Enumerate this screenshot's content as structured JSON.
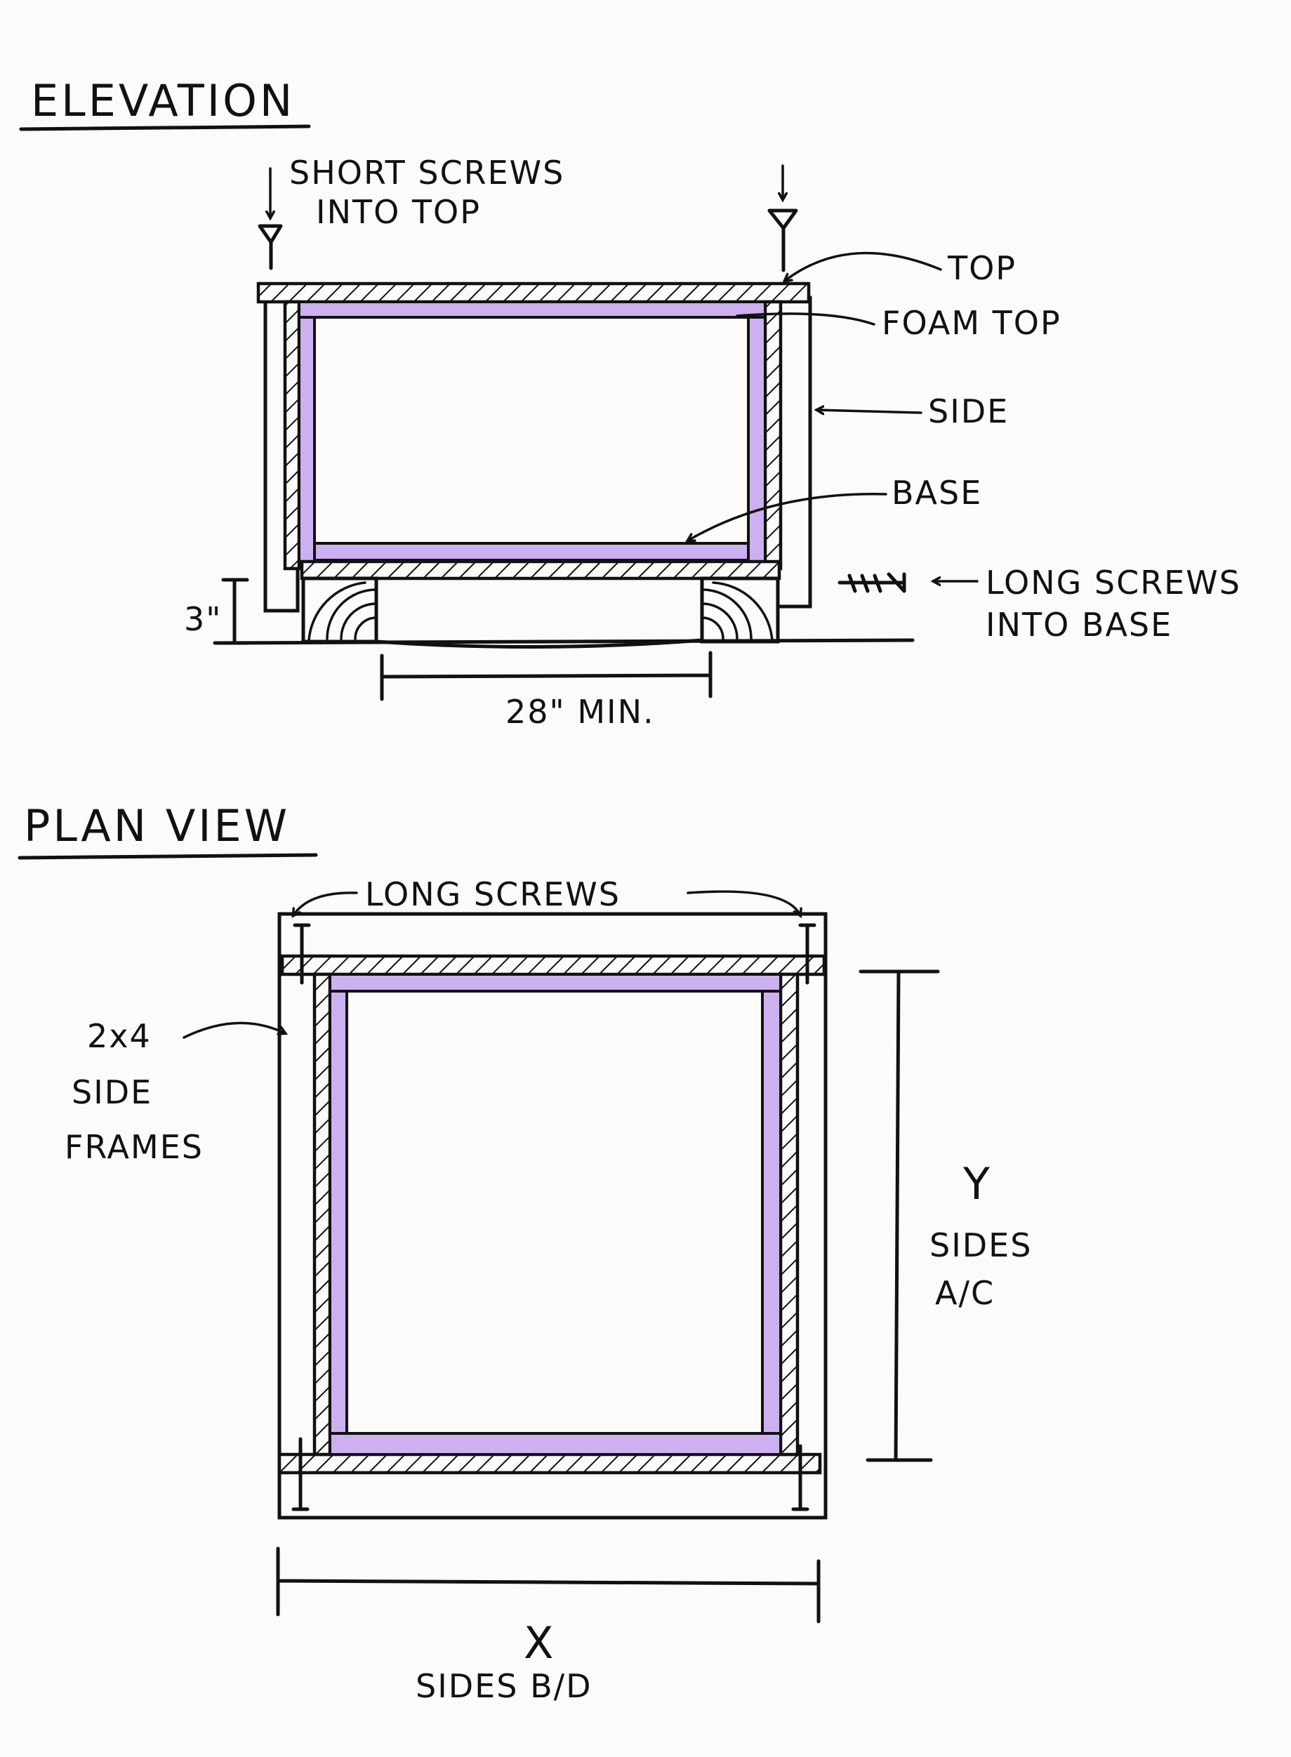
{
  "colors": {
    "ink": "#111111",
    "foam": "#cdb0f0",
    "paper": "#fbfbfa"
  },
  "elevation": {
    "title": "ELEVATION",
    "short_screws_line1": "SHORT SCREWS",
    "short_screws_line2": "INTO TOP",
    "top": "TOP",
    "foam_top": "FOAM TOP",
    "side": "SIDE",
    "base": "BASE",
    "long_screws_line1": "LONG SCREWS",
    "long_screws_line2": "INTO BASE",
    "height_dim": "3\"",
    "width_dim": "28\" MIN."
  },
  "plan": {
    "title": "PLAN VIEW",
    "long_screws": "LONG SCREWS",
    "side_frames_line1": "2x4",
    "side_frames_line2": "SIDE",
    "side_frames_line3": "FRAMES",
    "y_dim": "Y",
    "y_sides_line1": "SIDES",
    "y_sides_line2": "A/C",
    "x_dim": "X",
    "x_sides": "SIDES B/D"
  }
}
